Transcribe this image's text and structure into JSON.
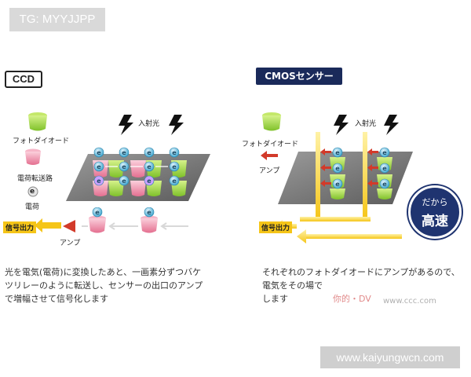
{
  "tag": "TG: MYYJJPP",
  "ccd": {
    "title": "CCD",
    "legend": {
      "photodiode": "フォトダイオード",
      "transfer_path": "電荷転送路",
      "charge_symbol": "e",
      "charge": "電荷"
    },
    "light_label": "入射光",
    "output_label": "信号出力",
    "amp_label": "アンプ",
    "description": [
      "光を電気(電荷)に変換したあと、一画素分ずつバケ",
      "ツリレーのように転送し、センサーの出口のアンプ",
      "で増幅させて信号化します"
    ]
  },
  "cmos": {
    "title": "CMOSセンサー",
    "legend": {
      "photodiode": "フォトダイオード",
      "amp": "アンプ"
    },
    "light_label": "入射光",
    "output_label": "信号出力",
    "badge_line1": "だから",
    "badge_line2": "高速",
    "description": [
      "それぞれのフォトダイオードにアンプがあるので、",
      "電気をその場で",
      "します"
    ]
  },
  "watermarks": {
    "url": "www.kaiyungwcn.com",
    "overlay1": "你的・DV",
    "overlay2": "www.ccc.com"
  },
  "colors": {
    "navy": "#1a2a5a",
    "green": "#9ad43a",
    "pink": "#e98aa4",
    "electron": "#58b8d8",
    "arrow_red": "#d23a2a",
    "light_yellow": "#f5c518"
  }
}
